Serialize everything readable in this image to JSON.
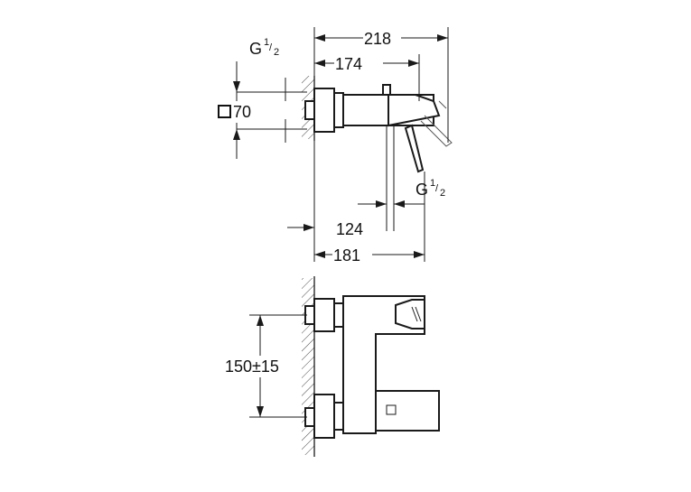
{
  "dimensions": {
    "overall_depth": "218",
    "spout_reach": "174",
    "handle_offset": "124",
    "body_depth": "181",
    "center_distance": "150±15"
  },
  "threads": {
    "top_inlet": {
      "letter": "G",
      "numerator": "1",
      "denominator": "2"
    },
    "bottom_outlet": {
      "letter": "G",
      "numerator": "1",
      "denominator": "2"
    }
  },
  "rosette": {
    "shape_symbol": "square",
    "size": "70"
  }
}
